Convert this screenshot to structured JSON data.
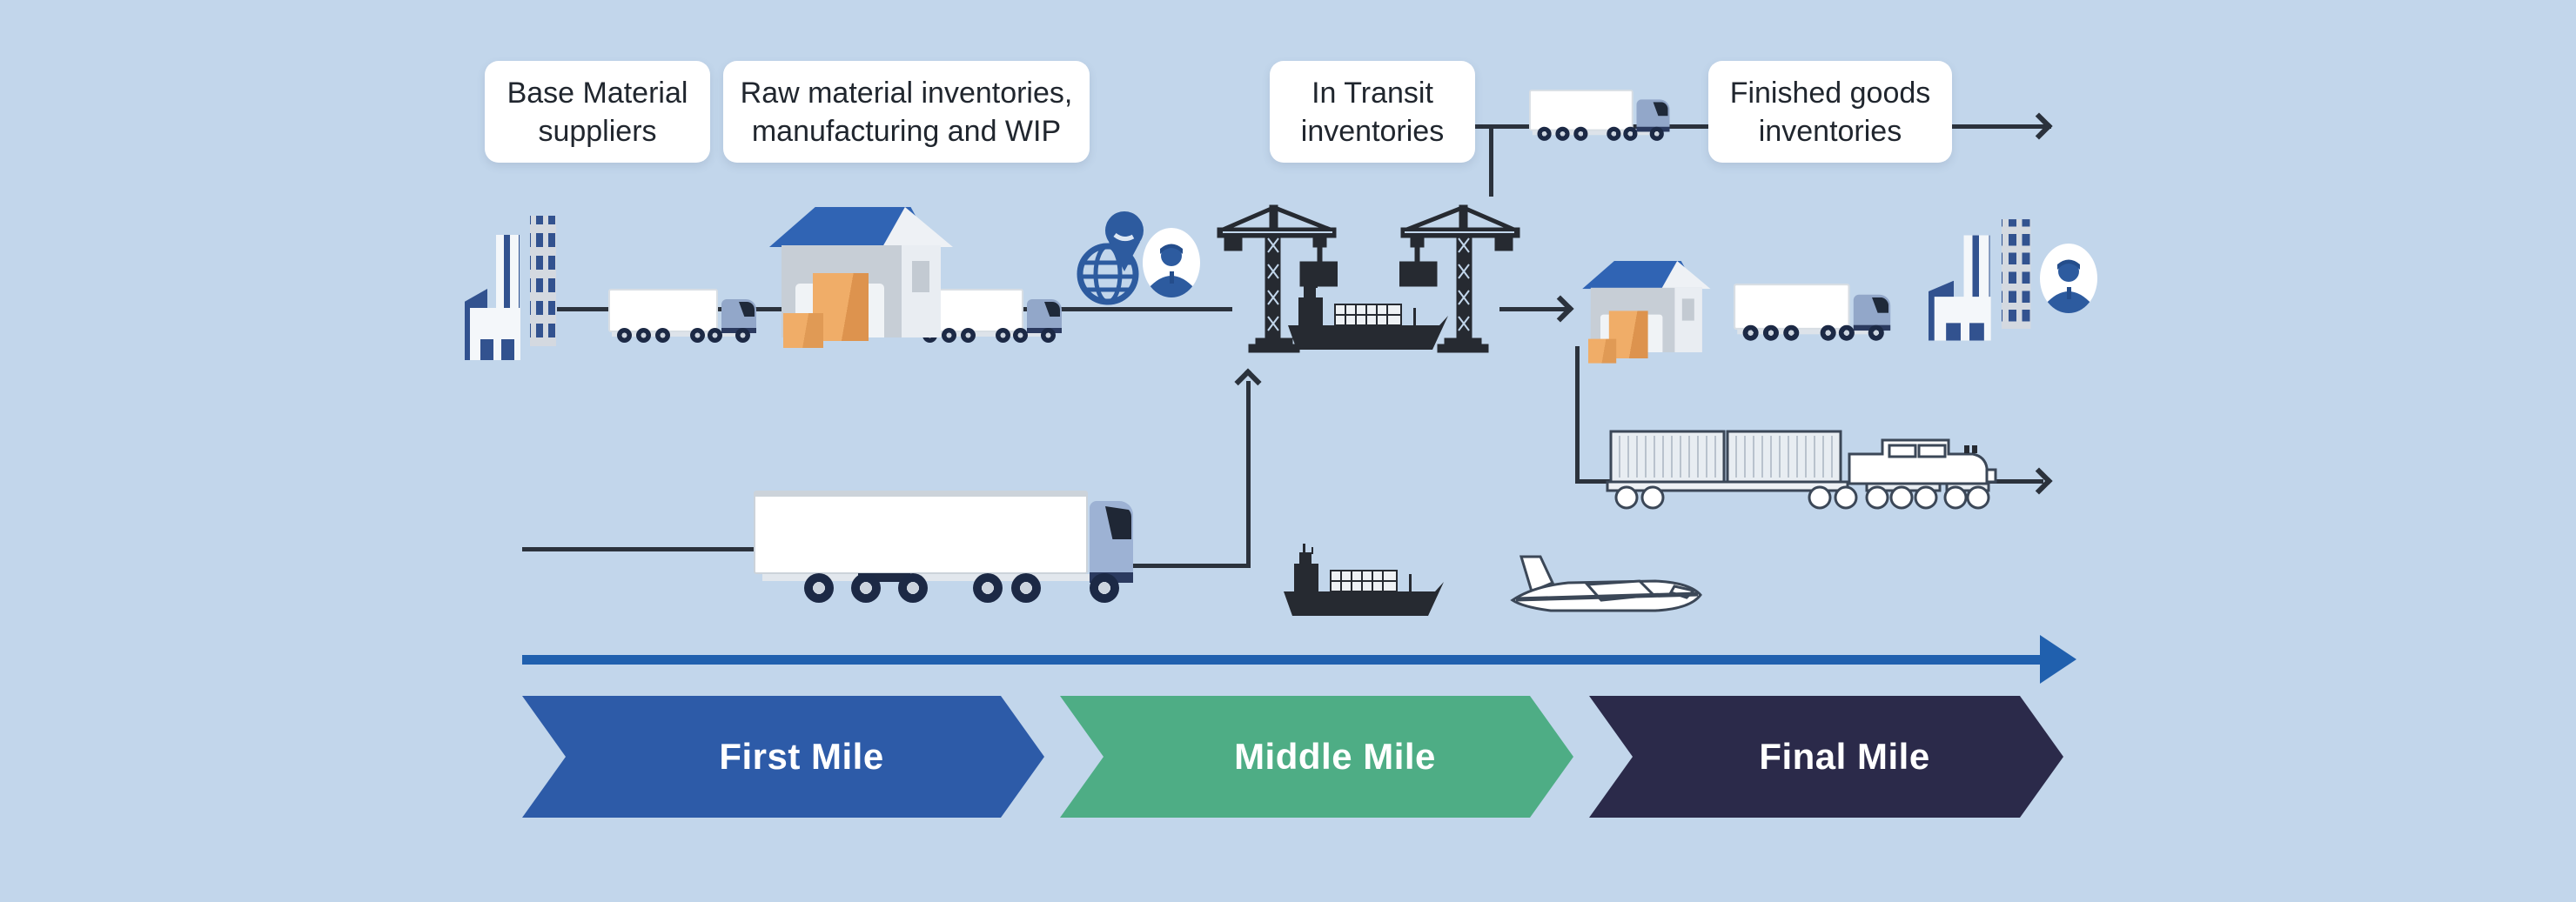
{
  "diagram": {
    "background_color": "#c2d6eb",
    "line_color": "#2b323c",
    "accent_blue": "#2d5b9f",
    "icon_dark": "#262a31",
    "labels": {
      "base_material": {
        "line1": "Base Material",
        "line2": "suppliers"
      },
      "raw_material": {
        "line1": "Raw material inventories,",
        "line2": "manufacturing and WIP"
      },
      "in_transit": {
        "line1": "In Transit",
        "line2": "inventories"
      },
      "finished_goods": {
        "line1": "Finished goods",
        "line2": "inventories"
      }
    },
    "timeline": {
      "arrow_color": "#2060ae",
      "stages": [
        {
          "label": "First Mile",
          "color": "#2d5ba8"
        },
        {
          "label": "Middle Mile",
          "color": "#4ead85"
        },
        {
          "label": "Final Mile",
          "color": "#2b2a4a"
        }
      ]
    },
    "icons": [
      "office-buildings-icon",
      "cargo-truck-icon",
      "warehouse-icon",
      "shipping-boxes-icon",
      "globe-location-pin-icon",
      "logistics-person-icon",
      "port-crane-icon",
      "container-ship-icon",
      "semi-truck-icon",
      "freight-train-icon",
      "cargo-plane-icon"
    ]
  }
}
